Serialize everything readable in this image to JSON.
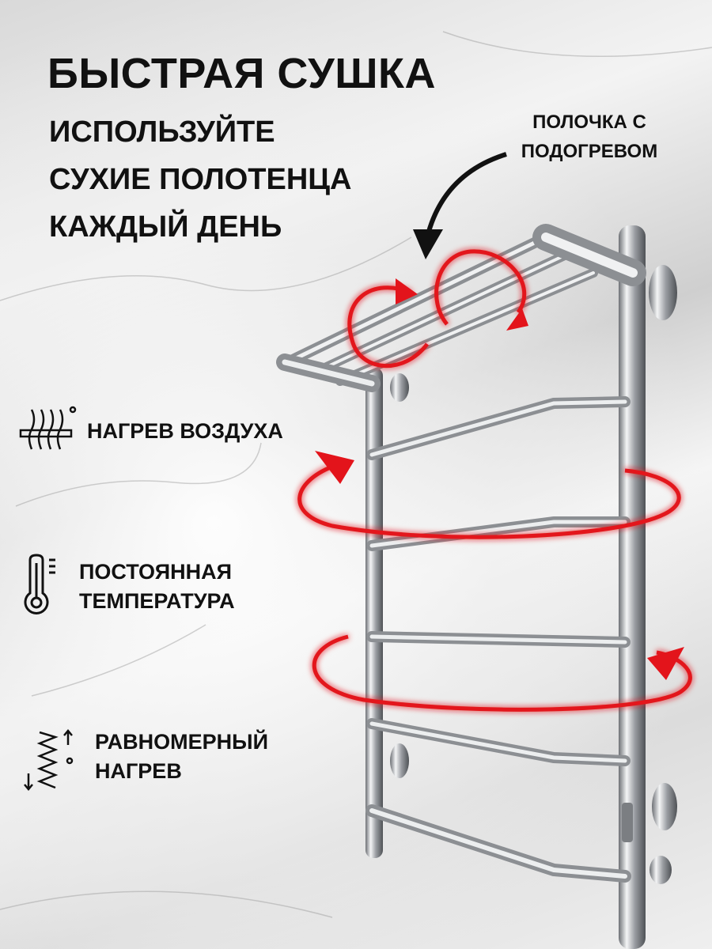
{
  "title": "БЫСТРАЯ СУШКА",
  "subtitle_lines": [
    "ИСПОЛЬЗУЙТЕ",
    "СУХИЕ ПОЛОТЕНЦА",
    "КАЖДЫЙ ДЕНЬ"
  ],
  "shelf_label": [
    "ПОЛОЧКА С",
    "ПОДОГРЕВОМ"
  ],
  "features": [
    {
      "icon": "air-heating-icon",
      "lines": [
        "НАГРЕВ ВОЗДУХА"
      ]
    },
    {
      "icon": "thermometer-icon",
      "lines": [
        "ПОСТОЯННАЯ",
        "ТЕМПЕРАТУРА"
      ]
    },
    {
      "icon": "heating-coil-icon",
      "lines": [
        "РАВНОМЕРНЫЙ",
        "НАГРЕВ"
      ]
    }
  ],
  "colors": {
    "accent": "#e3141b",
    "text": "#111111",
    "steel": "#b9bcc0"
  }
}
